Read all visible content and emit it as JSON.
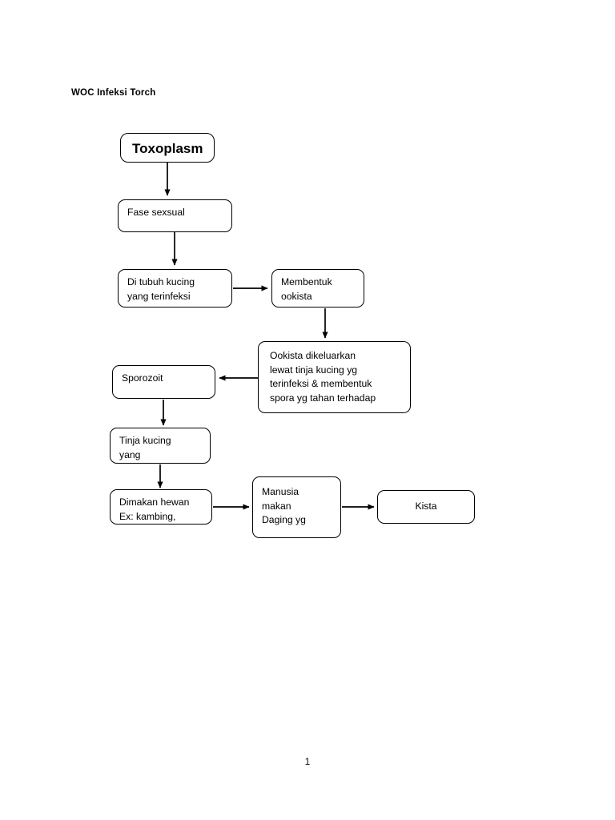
{
  "document": {
    "title": "WOC Infeksi Torch",
    "page_number": "1"
  },
  "diagram": {
    "type": "flowchart",
    "nodes": [
      {
        "id": "toxoplasm",
        "label": "Toxoplasm"
      },
      {
        "id": "fase",
        "label": "Fase sexsual"
      },
      {
        "id": "ditubuh",
        "label": "Di tubuh kucing\nyang terinfeksi"
      },
      {
        "id": "membentuk",
        "label": "Membentuk\nookista"
      },
      {
        "id": "ookista",
        "label": "Ookista dikeluarkan\nlewat tinja kucing yg\nterinfeksi & membentuk\nspora yg tahan terhadap"
      },
      {
        "id": "sporozoit",
        "label": "Sporozoit"
      },
      {
        "id": "tinja",
        "label": "Tinja kucing\nyang"
      },
      {
        "id": "dimakan",
        "label": "Dimakan hewan\nEx: kambing,"
      },
      {
        "id": "manusia",
        "label": "Manusia\nmakan\nDaging yg"
      },
      {
        "id": "kista",
        "label": "Kista"
      }
    ],
    "edges": [
      {
        "from": "toxoplasm",
        "to": "fase",
        "direction": "down"
      },
      {
        "from": "fase",
        "to": "ditubuh",
        "direction": "down"
      },
      {
        "from": "ditubuh",
        "to": "membentuk",
        "direction": "right"
      },
      {
        "from": "membentuk",
        "to": "ookista",
        "direction": "down"
      },
      {
        "from": "ookista",
        "to": "sporozoit",
        "direction": "left"
      },
      {
        "from": "sporozoit",
        "to": "tinja",
        "direction": "down"
      },
      {
        "from": "tinja",
        "to": "dimakan",
        "direction": "down"
      },
      {
        "from": "dimakan",
        "to": "manusia",
        "direction": "right"
      },
      {
        "from": "manusia",
        "to": "kista",
        "direction": "right"
      }
    ],
    "colors": {
      "stroke": "#000000",
      "fill": "#ffffff",
      "text": "#000000"
    }
  }
}
